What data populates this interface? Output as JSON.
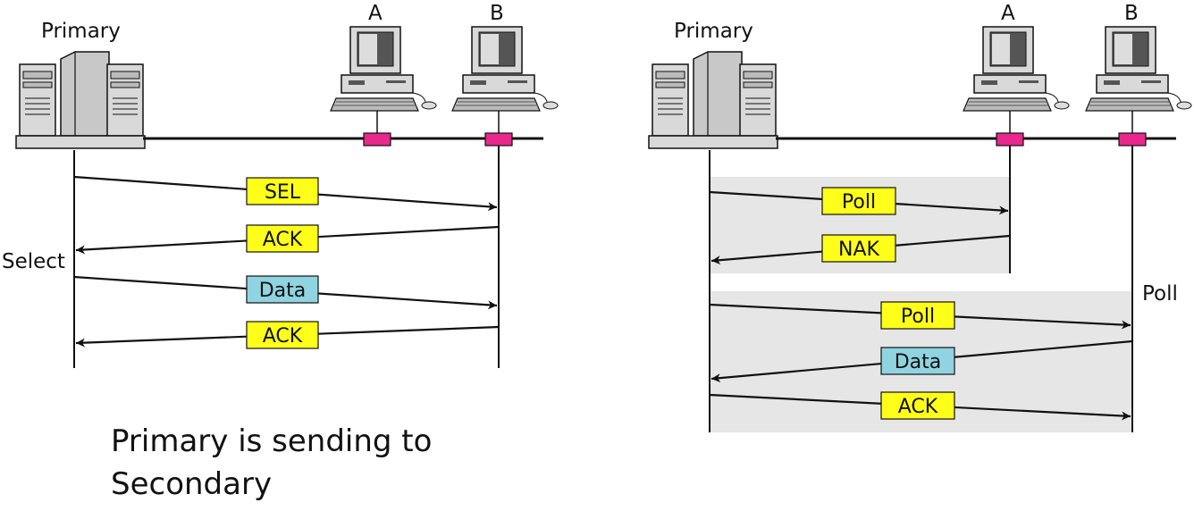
{
  "colors": {
    "yellow": "#ffff1a",
    "cyan": "#8fd4e0",
    "pink": "#e8288c",
    "shade": "#e6e6e6"
  },
  "select_panel": {
    "primary_label": "Primary",
    "station_a": "A",
    "station_b": "B",
    "side_label": "Select",
    "frames": [
      "SEL",
      "ACK",
      "Data",
      "ACK"
    ],
    "caption_line1": "Primary is sending to",
    "caption_line2": "Secondary"
  },
  "poll_panel": {
    "primary_label": "Primary",
    "station_a": "A",
    "station_b": "B",
    "side_label": "Poll",
    "frames": [
      "Poll",
      "NAK",
      "Poll",
      "Data",
      "ACK"
    ]
  },
  "icons": [
    "server-icon",
    "computer-icon",
    "network-tap-icon"
  ]
}
